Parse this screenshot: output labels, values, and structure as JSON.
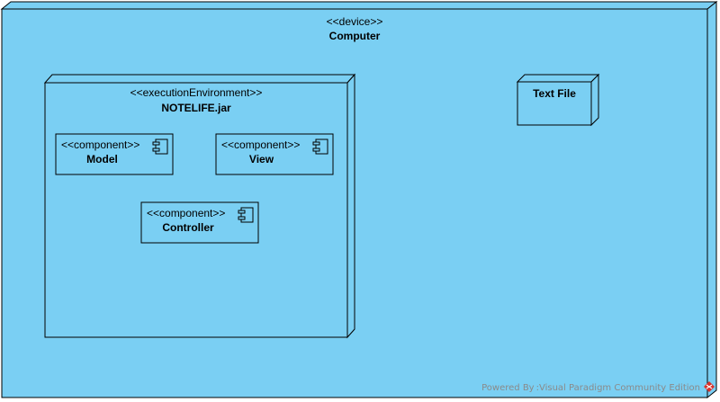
{
  "colors": {
    "node_fill": "#7ACFF3",
    "node_side": "#7ACFF3",
    "stroke": "#000000",
    "component_fill": "#7ACFF3",
    "watermark_text": "#8a8a8a",
    "watermark_icon": "#d9312b"
  },
  "device": {
    "stereotype": "<<device>>",
    "name": "Computer"
  },
  "execution_environment": {
    "stereotype": "<<executionEnvironment>>",
    "name": "NOTELIFE.jar"
  },
  "components": [
    {
      "stereotype": "<<component>>",
      "name": "Model",
      "icon": "component-icon"
    },
    {
      "stereotype": "<<component>>",
      "name": "View",
      "icon": "component-icon"
    },
    {
      "stereotype": "<<component>>",
      "name": "Controller",
      "icon": "component-icon"
    }
  ],
  "artifact_node": {
    "name": "Text File"
  },
  "watermark": {
    "text": "Powered By :Visual Paradigm Community Edition",
    "icon": "visual-paradigm-logo-icon"
  }
}
